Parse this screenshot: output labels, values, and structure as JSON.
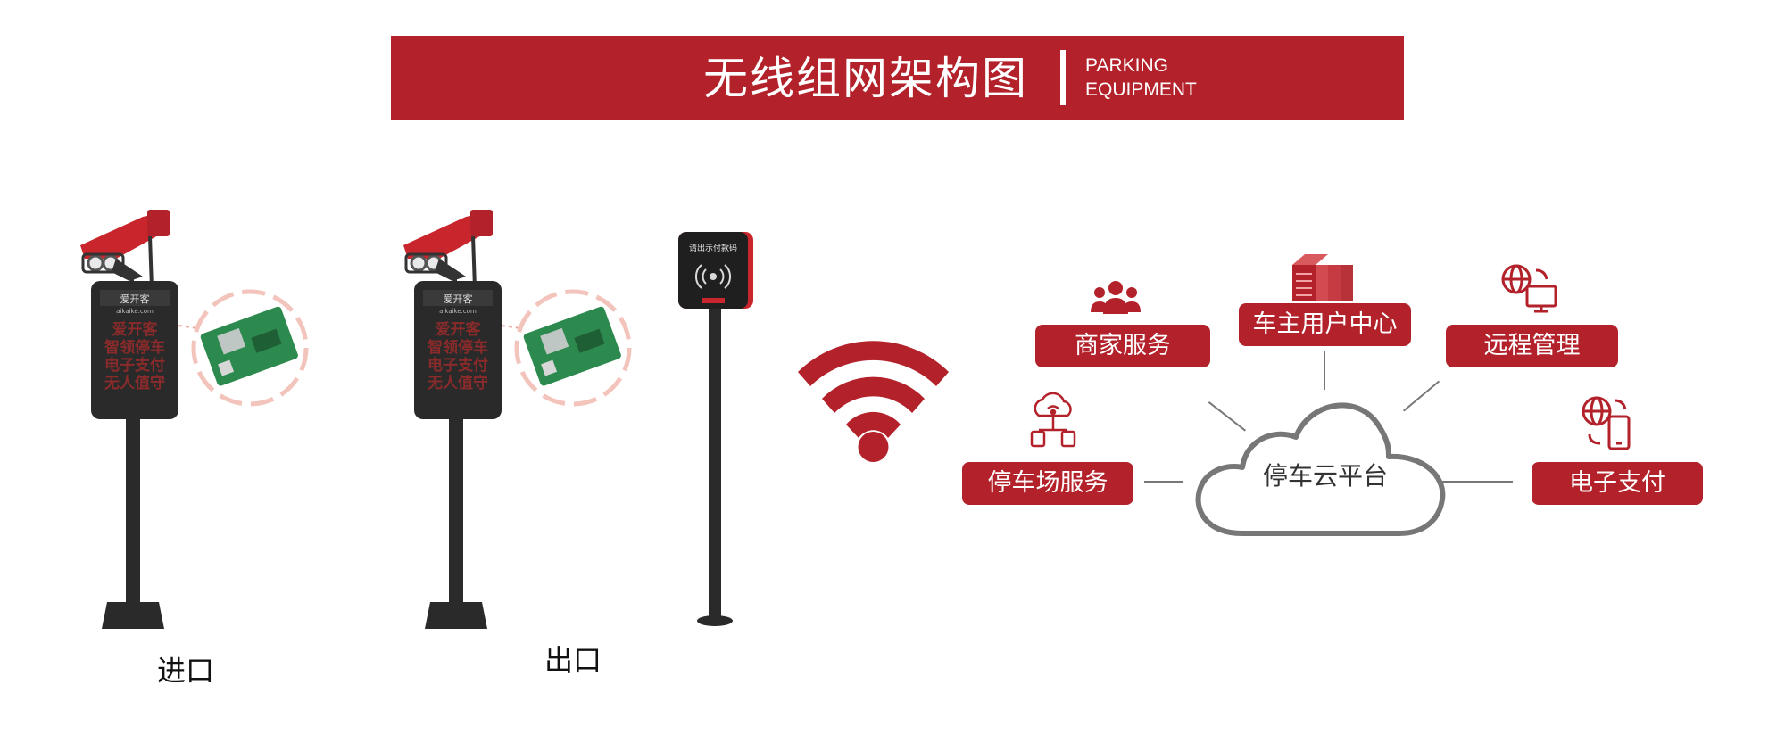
{
  "header": {
    "title": "无线组网架构图",
    "subtitle_line1": "PARKING",
    "subtitle_line2": "EQUIPMENT"
  },
  "devices": {
    "entrance_label": "进口",
    "exit_label": "出口",
    "led_lines": [
      "爱开客",
      "智领停车",
      "电子支付",
      "无人值守"
    ],
    "brand_name": "爱开客",
    "brand_domain": "aikaike.com",
    "qr_terminal_text": "请出示付款码"
  },
  "cloud": {
    "label": "停车云平台"
  },
  "services": {
    "merchant": "商家服务",
    "owner_center": "车主用户中心",
    "remote": "远程管理",
    "parking": "停车场服务",
    "payment": "电子支付"
  },
  "colors": {
    "brand_red": "#B3212A",
    "device_dark": "#2a2a2a",
    "line_gray": "#777777"
  },
  "icons": [
    "users-icon",
    "server-icon",
    "globe-monitor-icon",
    "cloud-devices-icon",
    "globe-phone-icon",
    "wifi-icon",
    "cloud-icon"
  ]
}
